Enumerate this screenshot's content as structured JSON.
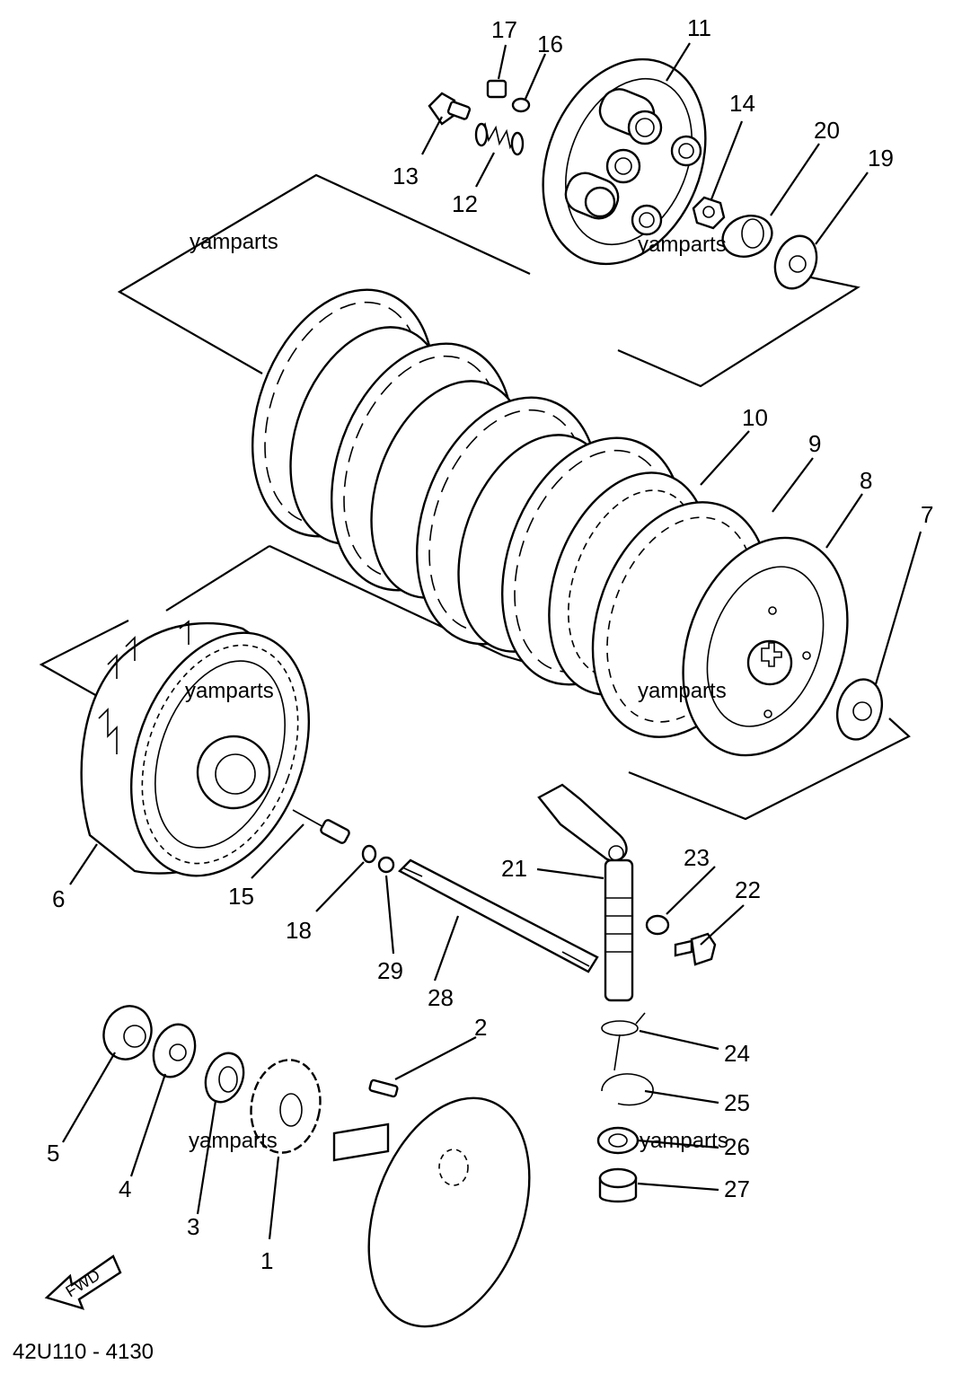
{
  "callouts": {
    "n1": "1",
    "n2": "2",
    "n3": "3",
    "n4": "4",
    "n5": "5",
    "n6": "6",
    "n7": "7",
    "n8": "8",
    "n9": "9",
    "n10": "10",
    "n11": "11",
    "n12": "12",
    "n13": "13",
    "n14": "14",
    "n15": "15",
    "n16": "16",
    "n17": "17",
    "n18": "18",
    "n19": "19",
    "n20": "20",
    "n21": "21",
    "n22": "22",
    "n23": "23",
    "n24": "24",
    "n25": "25",
    "n26": "26",
    "n27": "27",
    "n28": "28",
    "n29": "29"
  },
  "watermark": "yamparts",
  "direction_label": "FWD",
  "drawing_code": "42U110 - 4130"
}
